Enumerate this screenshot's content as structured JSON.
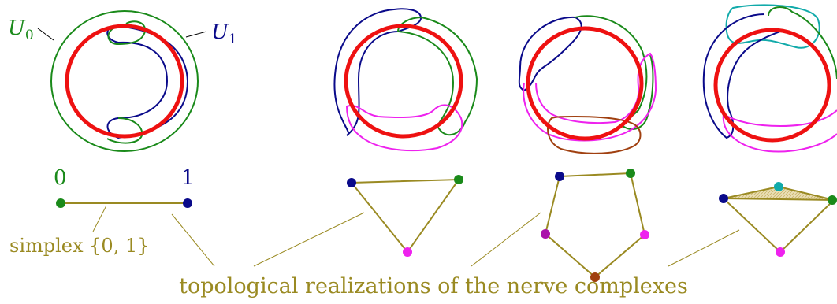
{
  "labels": {
    "u0": "U",
    "u0_sub": "0",
    "u1": "U",
    "u1_sub": "1",
    "vertex0": "0",
    "vertex1": "1",
    "simplex": "simplex {0, 1}",
    "caption": "topological realizations of the nerve complexes"
  },
  "colors": {
    "red_circle": "#ee1111",
    "green": "#1a8a1a",
    "blue": "#0a0a8a",
    "magenta": "#ee22ee",
    "brown": "#a04010",
    "teal": "#11aaaa",
    "purple": "#aa11aa",
    "olive": "#9a8a22",
    "fill": "#e8dcb0"
  }
}
